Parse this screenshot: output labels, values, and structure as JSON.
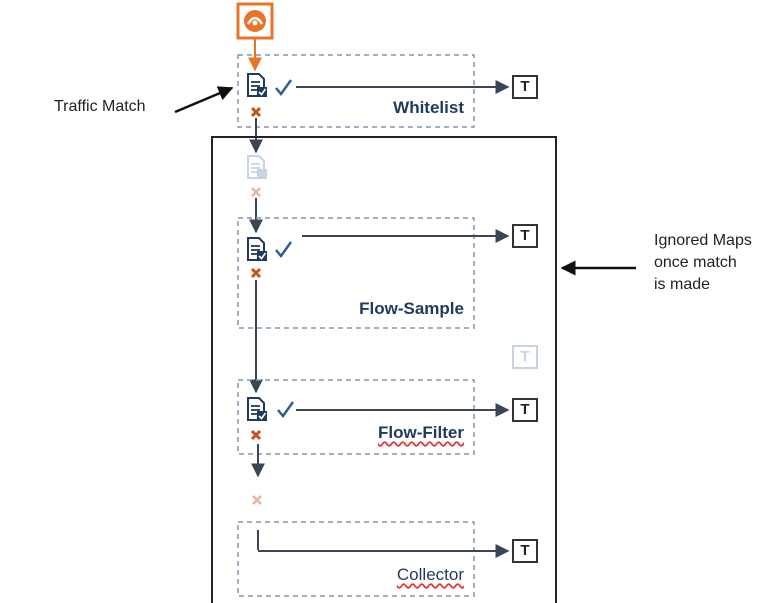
{
  "annotations": {
    "traffic_match": "Traffic Match",
    "ignored_maps": [
      "Ignored Maps",
      "once match",
      "is made"
    ]
  },
  "maps": {
    "whitelist": "Whitelist",
    "flow_sample": "Flow-Sample",
    "flow_filter": "Flow-Filter",
    "collector": "Collector"
  },
  "terminal_label": "T",
  "colors": {
    "arrow": "#3a4556",
    "orange": "#e8742a",
    "doc": "#1f3a5c",
    "check": "#2f5f8f",
    "cross": "#c8531a",
    "faded": "#c8d4e2",
    "dashed": "#7f96ad"
  }
}
